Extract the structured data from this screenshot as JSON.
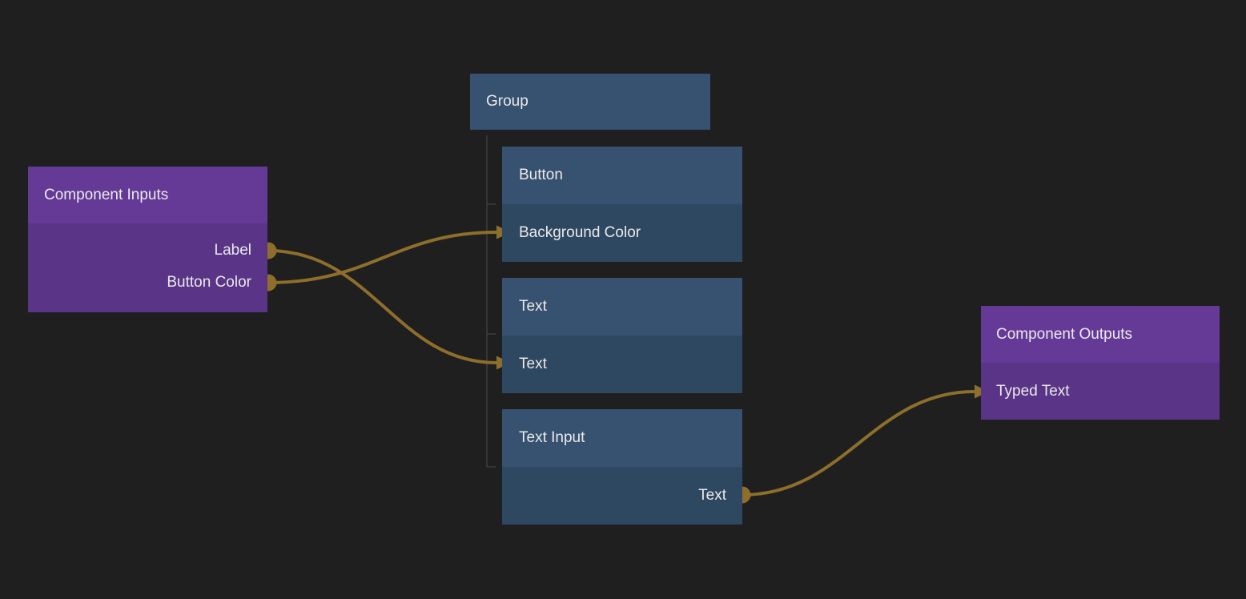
{
  "editor": {
    "background_color": "#1f1f1f",
    "wire_color": "#8d6e2b",
    "tree_line_color": "#3e3e3e",
    "purple_header_color": "#653a97",
    "purple_body_color": "#5a3486",
    "blue_header_color": "#375170",
    "blue_body_color": "#2f4862",
    "text_color": "#eaeaea"
  },
  "nodes": {
    "component_inputs": {
      "title": "Component Inputs",
      "outputs": [
        {
          "label": "Label"
        },
        {
          "label": "Button Color"
        }
      ]
    },
    "group": {
      "title": "Group"
    },
    "button": {
      "title": "Button",
      "inputs": [
        {
          "label": "Background Color"
        }
      ]
    },
    "text": {
      "title": "Text",
      "inputs": [
        {
          "label": "Text"
        }
      ]
    },
    "text_input": {
      "title": "Text Input",
      "outputs": [
        {
          "label": "Text"
        }
      ]
    },
    "component_outputs": {
      "title": "Component Outputs",
      "inputs": [
        {
          "label": "Typed Text"
        }
      ]
    }
  },
  "connections": [
    {
      "from": "Component Inputs / Label",
      "to": "Text / Text"
    },
    {
      "from": "Component Inputs / Button Color",
      "to": "Button / Background Color"
    },
    {
      "from": "Text Input / Text",
      "to": "Component Outputs / Typed Text"
    }
  ],
  "group_children": [
    "Button",
    "Text",
    "Text Input"
  ]
}
